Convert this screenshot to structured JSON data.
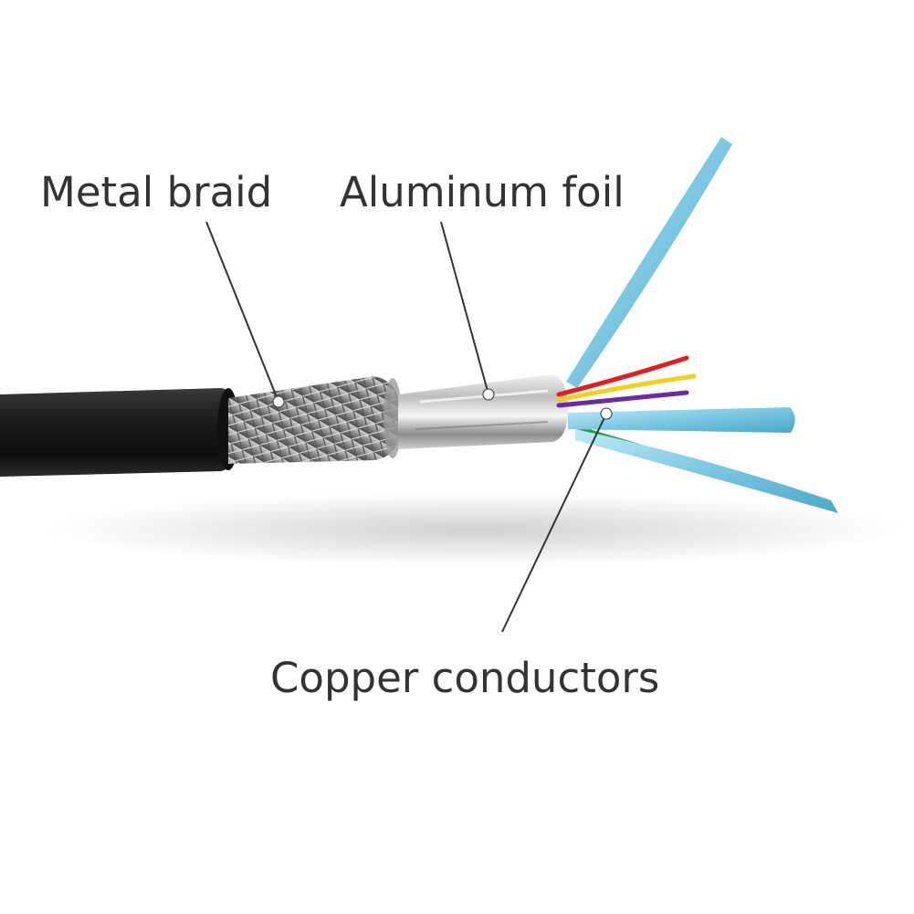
{
  "labels": {
    "metal_braid": "Metal braid",
    "aluminum_foil": "Aluminum foil",
    "copper_conductors": "Copper conductors"
  },
  "colors": {
    "background": "#ffffff",
    "label_text": "#333333",
    "leader_line": "#333333",
    "jacket": "#161616",
    "braid": "#9a9a9a",
    "foil": "#d6d6d6",
    "twisted_pair_shield": "#8fd3ea",
    "wire_red": "#e02020",
    "wire_yellow": "#f0d020",
    "wire_purple": "#6a2aa0",
    "wire_green": "#2aa040"
  }
}
